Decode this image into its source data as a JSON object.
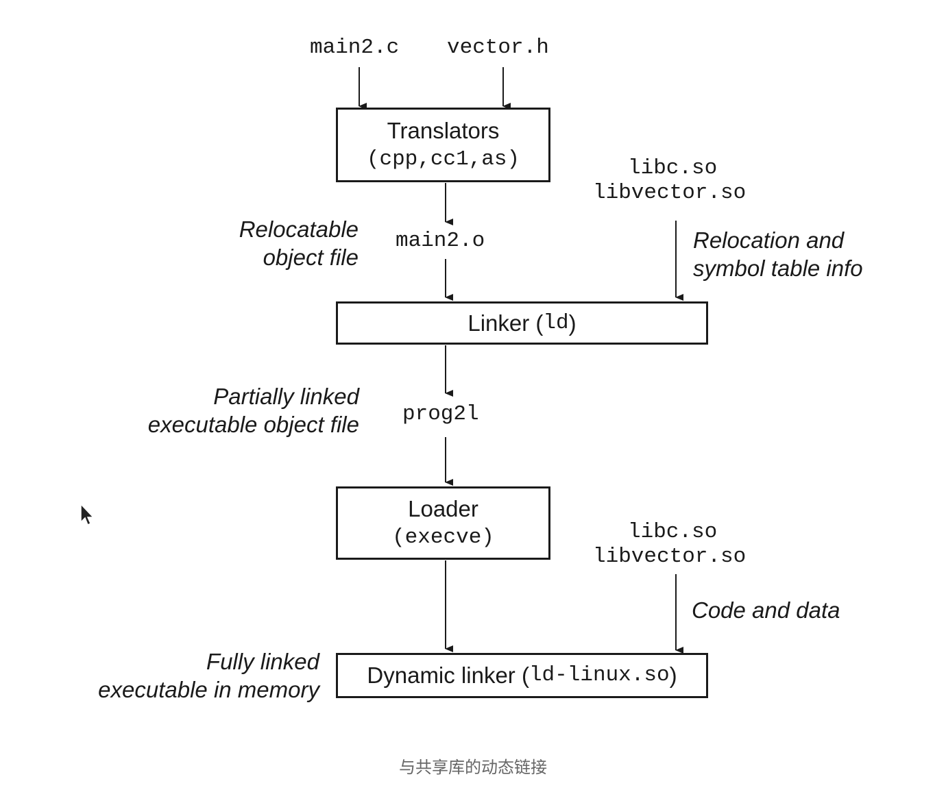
{
  "inputs": {
    "main_c": "main2.c",
    "vector_h": "vector.h"
  },
  "translators": {
    "title": "Translators",
    "tools": "(cpp,cc1,as)"
  },
  "libs_top": {
    "libc": "libc.so",
    "libvector": "libvector.so"
  },
  "relocatable_label": {
    "line1": "Relocatable",
    "line2": "object file"
  },
  "main_o": "main2.o",
  "relocation_info": {
    "line1": "Relocation and",
    "line2": "symbol table info"
  },
  "linker": {
    "title": "Linker (",
    "cmd": "ld",
    "close": ")"
  },
  "partial_label": {
    "line1": "Partially linked",
    "line2": "executable object file"
  },
  "prog": "prog2l",
  "loader": {
    "title": "Loader",
    "cmd": "(execve)"
  },
  "libs_bottom": {
    "libc": "libc.so",
    "libvector": "libvector.so"
  },
  "code_data_label": "Code and data",
  "full_label": {
    "line1": "Fully linked",
    "line2": "executable in memory"
  },
  "dynamic_linker": {
    "title": "Dynamic linker (",
    "cmd": "ld-linux.so",
    "close": ")"
  },
  "caption": "与共享库的动态链接"
}
